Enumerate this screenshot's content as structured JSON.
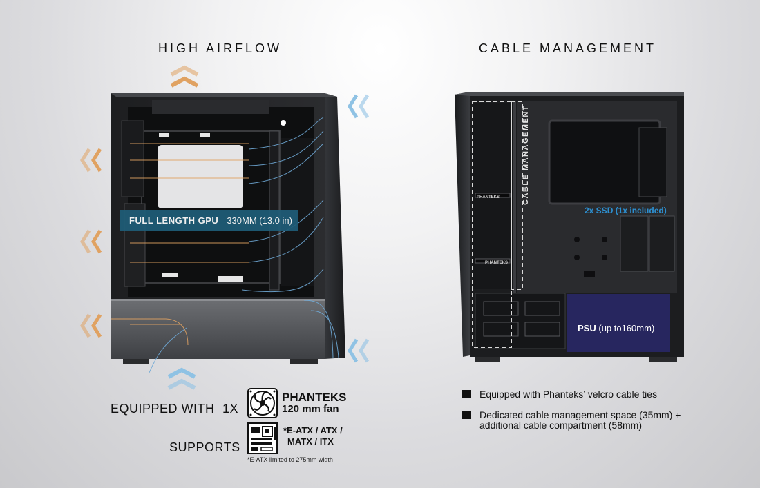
{
  "left": {
    "heading": "HIGH AIRFLOW",
    "gpu_label_bold": "FULL LENGTH GPU",
    "gpu_label_value": "330MM (13.0 in)",
    "equipped_label": "EQUIPPED WITH",
    "equipped_count": "1X",
    "fan_brand": "PHANTEKS",
    "fan_desc": "120 mm fan",
    "supports_label": "SUPPORTS",
    "supports_formats_line1": "*E-ATX / ATX /",
    "supports_formats_line2": "MATX / ITX",
    "footnote": "*E-ATX limited to 275mm width",
    "colors": {
      "exhaust": "#e0a262",
      "intake": "#8fc2e4",
      "gpu_box": "#1f5d78"
    }
  },
  "right": {
    "heading": "CABLE MANAGEMENT",
    "vertical_label": "CABLE MANAGEMENT",
    "ssd_label": "2x SSD (1x included)",
    "psu_label_bold": "PSU",
    "psu_label_value": "(up to160mm)",
    "brand_mark": "PHANTEKS",
    "bullets": [
      {
        "line1": "Equipped with Phanteks’ velcro cable ties",
        "line2": ""
      },
      {
        "line1": "Dedicated cable management space (35mm) +",
        "line2": "additional cable compartment (58mm)"
      }
    ],
    "colors": {
      "ssd_text": "#2d8fd0",
      "psu_box": "#2c2a78"
    }
  }
}
